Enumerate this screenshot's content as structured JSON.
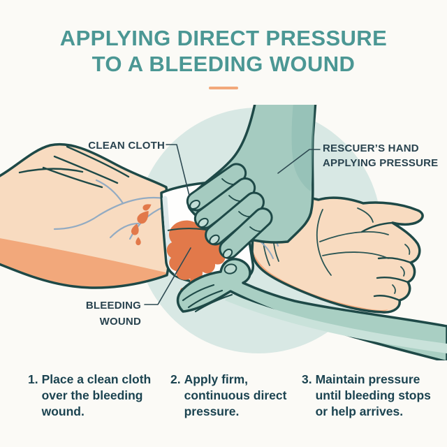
{
  "title": {
    "line1": "APPLYING DIRECT PRESSURE",
    "line2": "TO A BLEEDING WOUND"
  },
  "labels": {
    "clean_cloth": "CLEAN CLOTH",
    "rescuer_hand_line1": "RESCUER’S HAND",
    "rescuer_hand_line2": "APPLYING PRESSURE",
    "bleeding_wound_line1": "BLEEDING",
    "bleeding_wound_line2": "WOUND"
  },
  "steps": [
    {
      "number": "1.",
      "text": "Place a clean cloth over the bleeding wound."
    },
    {
      "number": "2.",
      "text": "Apply firm, continuous direct pressure."
    },
    {
      "number": "3.",
      "text": "Maintain pressure until bleeding stops or help arrives."
    }
  ],
  "colors": {
    "background": "#FBFAF6",
    "title_teal": "#4B9794",
    "accent_orange": "#F2A87A",
    "label_text": "#29434F",
    "step_text": "#1B4350",
    "outline_dark_teal": "#1E4947",
    "circle_background": "#D8E8E4",
    "patient_skin": "#F8DBC0",
    "patient_skin_shadow": "#F2A87B",
    "rescuer_hand_teal": "#A5CBC0",
    "rescuer_hand_shadow": "#8DBCB0",
    "vein_blue": "#93ABC2",
    "blood_orange": "#E2794A",
    "cloth_white": "#FEFEFD"
  }
}
